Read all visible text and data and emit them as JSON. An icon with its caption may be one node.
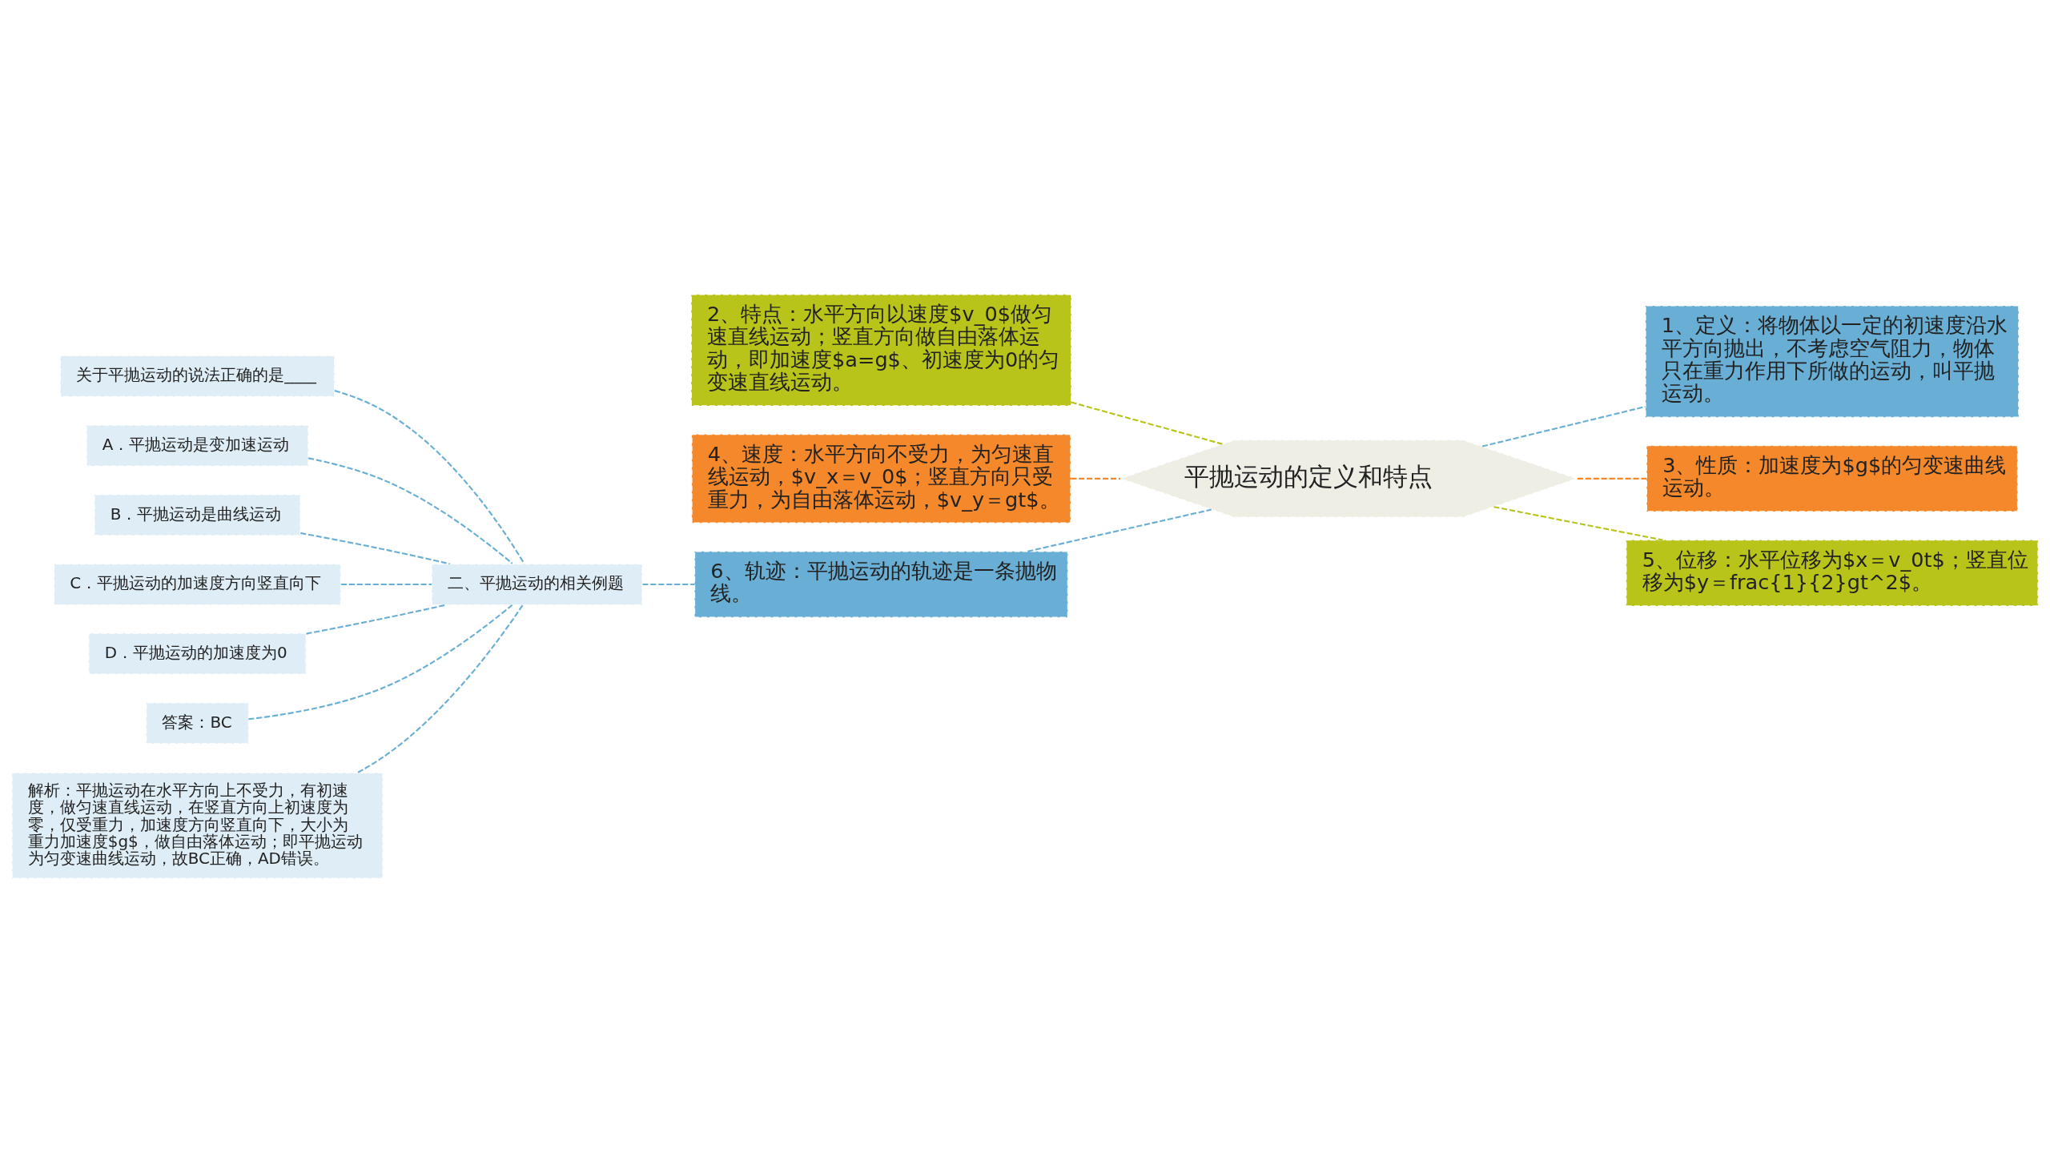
{
  "diagram": {
    "nodes": [
      {
        "text": [
          "平抛运动的定义和特点"
        ]
      },
      {
        "text": [
          "2、特点：水平方向以速度$v_0$做匀速直线运动；竖直方向做自由落体运动，即加速度$a=g$、初速度为0的匀变速直线运动。"
        ]
      },
      {
        "text": [
          "4、速度：水平方向不受力，为匀速直线运动，$v_x＝v_0$；竖直方向只受重力，为自由落体运动，$v_y＝gt$。"
        ]
      },
      {
        "text": [
          "6、轨迹：平抛运动的轨迹是一条抛物线。"
        ]
      },
      {
        "text": [
          "二、平抛运动的相关例题"
        ]
      },
      {
        "text": [
          "关于平抛运动的说法正确的是____"
        ]
      },
      {
        "text": [
          "A．平抛运动是变加速运动"
        ]
      },
      {
        "text": [
          "B．平抛运动是曲线运动"
        ]
      },
      {
        "text": [
          "C．平抛运动的加速度方向竖直向下"
        ]
      },
      {
        "text": [
          "D．平抛运动的加速度为0"
        ]
      },
      {
        "text": [
          "答案：BC"
        ]
      },
      {
        "text": [
          "解析：平抛运动在水平方向上不受力，有初速度，做匀速直线运动，在竖直方向上初速度为零，仅受重力，加速度方向竖直向下，大小为重力加速度$g$，做自由落体运动；即平抛运动为匀变速曲线运动，故BC正确，AD错误。"
        ]
      },
      {
        "text": [
          "1、定义：将物体以一定的初速度沿水平方向抛出，不考虑空气阻力，物体只在重力作用下所做的运动，叫平抛运动。"
        ]
      },
      {
        "text": [
          "3、性质：加速度为$g$的匀变速曲线运动。"
        ]
      },
      {
        "text": [
          "5、位移：水平位移为$x＝v_0t$；竖直位移为$y＝frac{1}{2}gt^2$。"
        ]
      }
    ],
    "edges": [
      {
        "from": 0,
        "to": 1,
        "arrow": "none",
        "style": "dashed",
        "color": "#b8c41a"
      },
      {
        "from": 0,
        "to": 2,
        "arrow": "none",
        "style": "dashed",
        "color": "#f5882b"
      },
      {
        "from": 0,
        "to": 3,
        "arrow": "none",
        "style": "dashed"
      },
      {
        "from": 3,
        "to": 4,
        "arrow": "none",
        "style": "dashed"
      },
      {
        "from": 4,
        "to": 5,
        "arrow": "none",
        "style": "dashed"
      },
      {
        "from": 4,
        "to": 6,
        "arrow": "none",
        "style": "dashed"
      },
      {
        "from": 4,
        "to": 7,
        "arrow": "none",
        "style": "dashed"
      },
      {
        "from": 4,
        "to": 8,
        "arrow": "none",
        "style": "dashed"
      },
      {
        "from": 4,
        "to": 9,
        "arrow": "none",
        "style": "dashed"
      },
      {
        "from": 4,
        "to": 10,
        "arrow": "none",
        "style": "dashed"
      },
      {
        "from": 4,
        "to": 11,
        "arrow": "none",
        "style": "dashed"
      },
      {
        "from": 0,
        "to": 12,
        "arrow": "none",
        "style": "dashed"
      },
      {
        "from": 0,
        "to": 13,
        "arrow": "none",
        "style": "dashed",
        "color": "#f5882b"
      },
      {
        "from": 0,
        "to": 14,
        "arrow": "none",
        "style": "dashed",
        "color": "#b8c41a"
      }
    ]
  }
}
